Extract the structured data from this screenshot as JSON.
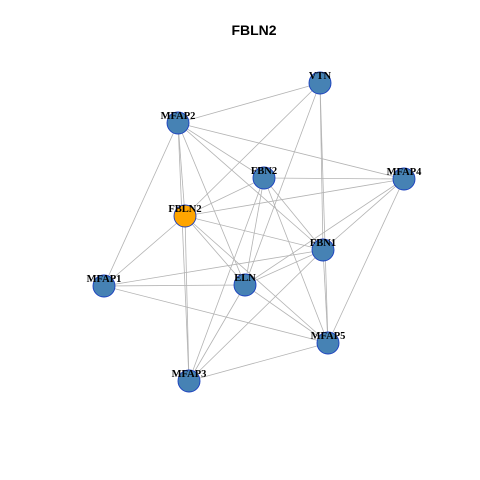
{
  "diagram": {
    "title": "FBLN2",
    "colors": {
      "node_fill": "#4682B4",
      "highlight_fill": "#FFA500",
      "node_stroke": "#1a3fbf",
      "edge": "#b3b3b3"
    },
    "nodes": [
      {
        "id": "VTN",
        "label": "VTN",
        "highlight": false
      },
      {
        "id": "MFAP2",
        "label": "MFAP2",
        "highlight": false
      },
      {
        "id": "FBN2",
        "label": "FBN2",
        "highlight": false
      },
      {
        "id": "MFAP4",
        "label": "MFAP4",
        "highlight": false
      },
      {
        "id": "FBLN2",
        "label": "FBLN2",
        "highlight": true
      },
      {
        "id": "FBN1",
        "label": "FBN1",
        "highlight": false
      },
      {
        "id": "MFAP1",
        "label": "MFAP1",
        "highlight": false
      },
      {
        "id": "ELN",
        "label": "ELN",
        "highlight": false
      },
      {
        "id": "MFAP5",
        "label": "MFAP5",
        "highlight": false
      },
      {
        "id": "MFAP3",
        "label": "MFAP3",
        "highlight": false
      }
    ],
    "edges": [
      [
        "VTN",
        "MFAP2"
      ],
      [
        "VTN",
        "FBLN2"
      ],
      [
        "VTN",
        "FBN1"
      ],
      [
        "VTN",
        "ELN"
      ],
      [
        "VTN",
        "MFAP5"
      ],
      [
        "MFAP2",
        "FBN2"
      ],
      [
        "MFAP2",
        "MFAP4"
      ],
      [
        "MFAP2",
        "FBLN2"
      ],
      [
        "MFAP2",
        "FBN1"
      ],
      [
        "MFAP2",
        "MFAP1"
      ],
      [
        "MFAP2",
        "ELN"
      ],
      [
        "MFAP2",
        "MFAP3"
      ],
      [
        "FBN2",
        "MFAP4"
      ],
      [
        "FBN2",
        "FBLN2"
      ],
      [
        "FBN2",
        "FBN1"
      ],
      [
        "FBN2",
        "ELN"
      ],
      [
        "FBN2",
        "MFAP5"
      ],
      [
        "FBN2",
        "MFAP3"
      ],
      [
        "MFAP4",
        "FBLN2"
      ],
      [
        "MFAP4",
        "FBN1"
      ],
      [
        "MFAP4",
        "ELN"
      ],
      [
        "MFAP4",
        "MFAP5"
      ],
      [
        "FBLN2",
        "FBN1"
      ],
      [
        "FBLN2",
        "MFAP1"
      ],
      [
        "FBLN2",
        "ELN"
      ],
      [
        "FBLN2",
        "MFAP5"
      ],
      [
        "FBLN2",
        "MFAP3"
      ],
      [
        "FBN1",
        "MFAP1"
      ],
      [
        "FBN1",
        "ELN"
      ],
      [
        "FBN1",
        "MFAP5"
      ],
      [
        "FBN1",
        "MFAP3"
      ],
      [
        "MFAP1",
        "ELN"
      ],
      [
        "MFAP1",
        "MFAP5"
      ],
      [
        "ELN",
        "MFAP5"
      ],
      [
        "ELN",
        "MFAP3"
      ],
      [
        "MFAP5",
        "MFAP3"
      ]
    ]
  }
}
